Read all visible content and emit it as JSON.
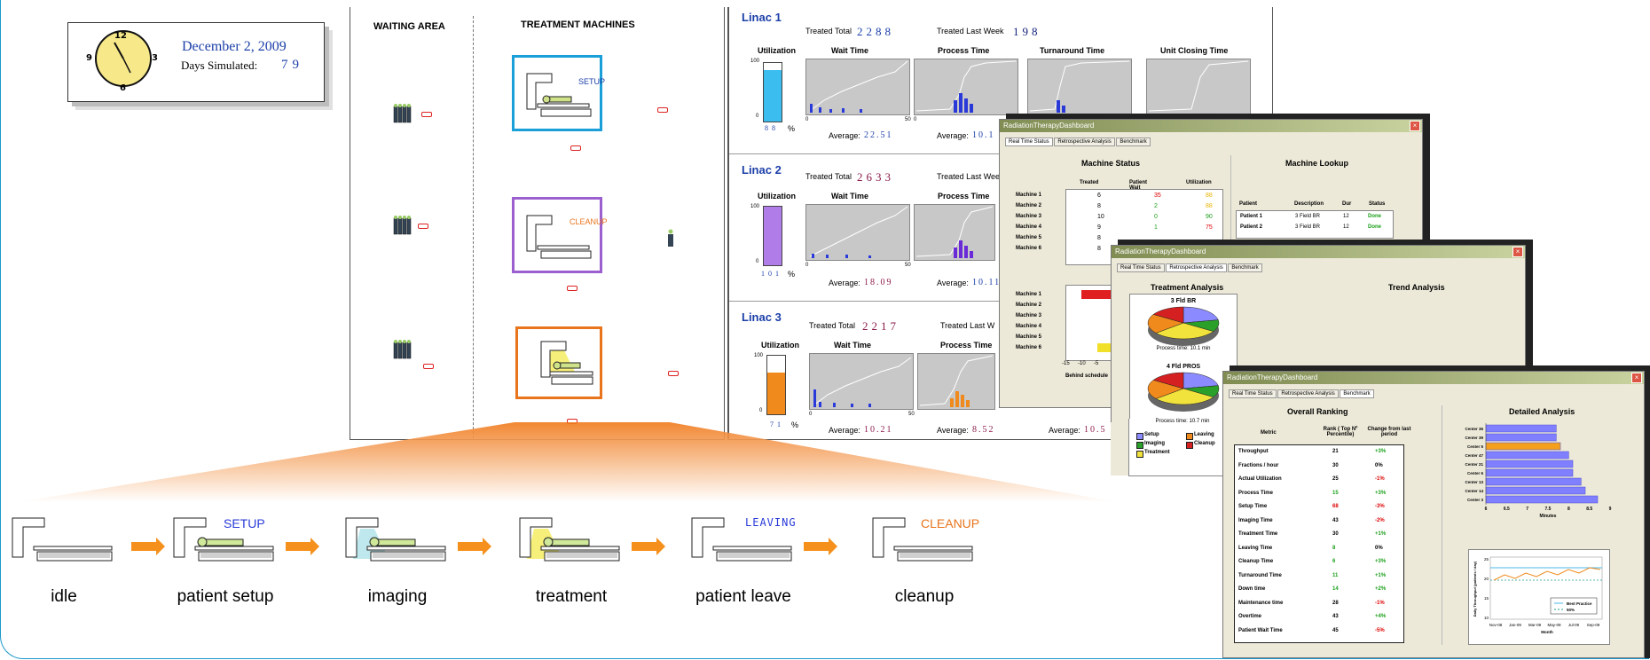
{
  "clock": {
    "numbers": {
      "twelve": "12",
      "three": "3",
      "six": "6",
      "nine": "9"
    },
    "date": "December 2, 2009",
    "days_label": "Days Simulated:",
    "days_value": "79"
  },
  "center": {
    "waiting_area": "WAITING AREA",
    "treatment_machines": "TREATMENT MACHINES",
    "machines": [
      {
        "label": "SETUP",
        "color": "#1a9fd8",
        "label_color": "#1b3fa8"
      },
      {
        "label": "CLEANUP",
        "color": "#9b5fd0",
        "label_color": "#e8741c"
      },
      {
        "label": "",
        "color": "#e8741c",
        "label_color": "#e8741c"
      }
    ]
  },
  "linacs": [
    {
      "name": "Linac 1",
      "treated_total_label": "Treated Total",
      "treated_total": "2288",
      "last_week_label": "Treated Last Week",
      "last_week": "198",
      "utilization_label": "Utilization",
      "util_value": "88",
      "util_fraction": 0.88,
      "util_color": "#3cbdf0",
      "wait_label": "Wait Time",
      "process_label": "Process Time",
      "turnaround_label": "Turnaround Time",
      "closing_label": "Unit Closing Time",
      "avg_label": "Average:",
      "avg_wait": "22.51",
      "avg_process": "10.1",
      "scale_top": "100",
      "scale_bottom": "0",
      "pct": "%",
      "x0": "0",
      "x50": "50"
    },
    {
      "name": "Linac 2",
      "treated_total_label": "Treated Total",
      "treated_total": "2633",
      "last_week_label": "Treated Last Week",
      "last_week": "",
      "utilization_label": "Utilization",
      "util_value": "101",
      "util_fraction": 1.0,
      "util_color": "#b07ce8",
      "wait_label": "Wait Time",
      "process_label": "Process Time",
      "avg_label": "Average:",
      "avg_wait": "18.09",
      "avg_process": "10.11",
      "scale_top": "100",
      "scale_bottom": "0",
      "pct": "%",
      "x0": "0",
      "x50": "50"
    },
    {
      "name": "Linac 3",
      "treated_total_label": "Treated Total",
      "treated_total": "2217",
      "last_week_label": "Treated Last W",
      "utilization_label": "Utilization",
      "util_value": "71",
      "util_fraction": 0.71,
      "util_color": "#f08a1c",
      "wait_label": "Wait Time",
      "process_label": "Process Time",
      "avg_label": "Average:",
      "avg_wait": "10.21",
      "avg_process": "8.52",
      "avg_third": "10.5",
      "scale_top": "100",
      "scale_bottom": "0",
      "pct": "%",
      "x0": "0",
      "x50": "50"
    }
  ],
  "window1": {
    "tabs": [
      "Real Time Status",
      "Retrospective Analysis",
      "Benchmark"
    ],
    "machine_status": "Machine Status",
    "machine_lookup": "Machine Lookup",
    "cols": [
      "Treated",
      "Patient Wait",
      "Utilization"
    ],
    "rows": [
      {
        "m": "Machine 1",
        "t": "6",
        "w": "35",
        "u": "88",
        "wc": "#d00",
        "uc": "#e8b400"
      },
      {
        "m": "Machine 2",
        "t": "8",
        "w": "2",
        "u": "88",
        "wc": "#1a9f1a",
        "uc": "#e8b400"
      },
      {
        "m": "Machine 3",
        "t": "10",
        "w": "0",
        "u": "90",
        "wc": "#1a9f1a",
        "uc": "#1a9f1a"
      },
      {
        "m": "Machine 4",
        "t": "9",
        "w": "1",
        "u": "75",
        "wc": "#1a9f1a",
        "uc": "#d00"
      },
      {
        "m": "Machine 5",
        "t": "8",
        "w": "",
        "u": "",
        "wc": "#000",
        "uc": "#000"
      },
      {
        "m": "Machine 6",
        "t": "8",
        "w": "",
        "u": "",
        "wc": "#000",
        "uc": "#000"
      }
    ],
    "lookup_cols": [
      "Patient",
      "Description",
      "Dur",
      "Status"
    ],
    "lookup_rows": [
      {
        "p": "Patient 1",
        "d": "3 Field BR",
        "dur": "12",
        "s": "Done"
      },
      {
        "p": "Patient 2",
        "d": "3 Field BR",
        "dur": "12",
        "s": "Done"
      }
    ],
    "schedule_machines": [
      "Machine 1",
      "Machine 2",
      "Machine 3",
      "Machine 4",
      "Machine 5",
      "Machine 6"
    ],
    "schedule_ticks": [
      "-15",
      "-10",
      "-5"
    ],
    "behind": "Behind schedule"
  },
  "window2": {
    "tabs": [
      "Real Time Status",
      "Retrospective Analysis",
      "Benchmark"
    ],
    "treatment_analysis": "Treatment Analysis",
    "trend_analysis": "Trend Analysis",
    "pie1_title": "3 Fld BR",
    "pie1_caption": "Process time: 10.1 min",
    "pie2_title": "4 Fld PROS",
    "pie2_caption": "Process time: 10.7 min",
    "legend": [
      "Setup",
      "Imaging",
      "Treatment",
      "Leaving",
      "Cleanup"
    ],
    "legend_colors": [
      "#8b8bff",
      "#2aa02a",
      "#f2e23c",
      "#f08a1c",
      "#d42020"
    ]
  },
  "window3": {
    "tabs": [
      "Real Time Status",
      "Retrospective Analysis",
      "Benchmark"
    ],
    "overall_ranking": "Overall Ranking",
    "detailed_analysis": "Detailed Analysis",
    "col_metric": "Metric",
    "col_rank": "Rank ( Top Nº Percentile)",
    "col_change": "Change from last period",
    "rows": [
      {
        "m": "Throughput",
        "r": "21",
        "c": "+3%",
        "rc": "#000",
        "cc": "#1a9f1a"
      },
      {
        "m": "Fractions / hour",
        "r": "30",
        "c": "0%",
        "rc": "#000",
        "cc": "#000"
      },
      {
        "m": "Actual Utilization",
        "r": "25",
        "c": "-1%",
        "rc": "#000",
        "cc": "#d00"
      },
      {
        "m": "Process Time",
        "r": "15",
        "c": "+3%",
        "rc": "#1a9f1a",
        "cc": "#1a9f1a"
      },
      {
        "m": "Setup Time",
        "r": "68",
        "c": "-3%",
        "rc": "#d00",
        "cc": "#d00"
      },
      {
        "m": "Imaging Time",
        "r": "43",
        "c": "-2%",
        "rc": "#000",
        "cc": "#d00"
      },
      {
        "m": "Treatment Time",
        "r": "30",
        "c": "+1%",
        "rc": "#000",
        "cc": "#1a9f1a"
      },
      {
        "m": "Leaving Time",
        "r": "8",
        "c": "0%",
        "rc": "#1a9f1a",
        "cc": "#000"
      },
      {
        "m": "Cleanup Time",
        "r": "6",
        "c": "+3%",
        "rc": "#1a9f1a",
        "cc": "#1a9f1a"
      },
      {
        "m": "Turnaround Time",
        "r": "11",
        "c": "+1%",
        "rc": "#1a9f1a",
        "cc": "#1a9f1a"
      },
      {
        "m": "Down time",
        "r": "14",
        "c": "+2%",
        "rc": "#1a9f1a",
        "cc": "#1a9f1a"
      },
      {
        "m": "Maintenance time",
        "r": "28",
        "c": "-1%",
        "rc": "#000",
        "cc": "#d00"
      },
      {
        "m": "Overtime",
        "r": "43",
        "c": "+4%",
        "rc": "#000",
        "cc": "#1a9f1a"
      },
      {
        "m": "Patient Wait Time",
        "r": "45",
        "c": "-5%",
        "rc": "#000",
        "cc": "#d00"
      }
    ],
    "centers": [
      "Center 36",
      "Center 39",
      "Center 5",
      "Center 47",
      "Center 21",
      "Center 6",
      "Center 13",
      "Center 14",
      "Center 3"
    ],
    "center_values": [
      7.7,
      7.7,
      7.8,
      8.0,
      8.1,
      8.1,
      8.3,
      8.4,
      8.7
    ],
    "bar_axis": [
      "6",
      "6.5",
      "7",
      "7.5",
      "8",
      "8.5",
      "9"
    ],
    "bar_xlabel": "Minutes",
    "trend_y": [
      "25",
      "20",
      "15",
      "10"
    ],
    "trend_x": [
      "Nov-08",
      "Jan-09",
      "Mar-09",
      "May-09",
      "Jul-09",
      "Sep-09"
    ],
    "trend_ylabel": "Daily Throughput (patients / day)",
    "trend_xlabel": "Month",
    "trend_legend": [
      "Best Practice",
      "50%"
    ]
  },
  "steps": [
    {
      "label": "idle",
      "tag": "",
      "tag_color": "#000",
      "beam": "none"
    },
    {
      "label": "patient setup",
      "tag": "SETUP",
      "tag_color": "#2a3ad8",
      "beam": "none"
    },
    {
      "label": "imaging",
      "tag": "",
      "tag_color": "#000",
      "beam": "#bfe8ee"
    },
    {
      "label": "treatment",
      "tag": "",
      "tag_color": "#000",
      "beam": "#f6f07a"
    },
    {
      "label": "patient leave",
      "tag": "LEAVING",
      "tag_color": "#2a3ad8",
      "beam": "none"
    },
    {
      "label": "cleanup",
      "tag": "CLEANUP",
      "tag_color": "#e8741c",
      "beam": "none"
    }
  ]
}
